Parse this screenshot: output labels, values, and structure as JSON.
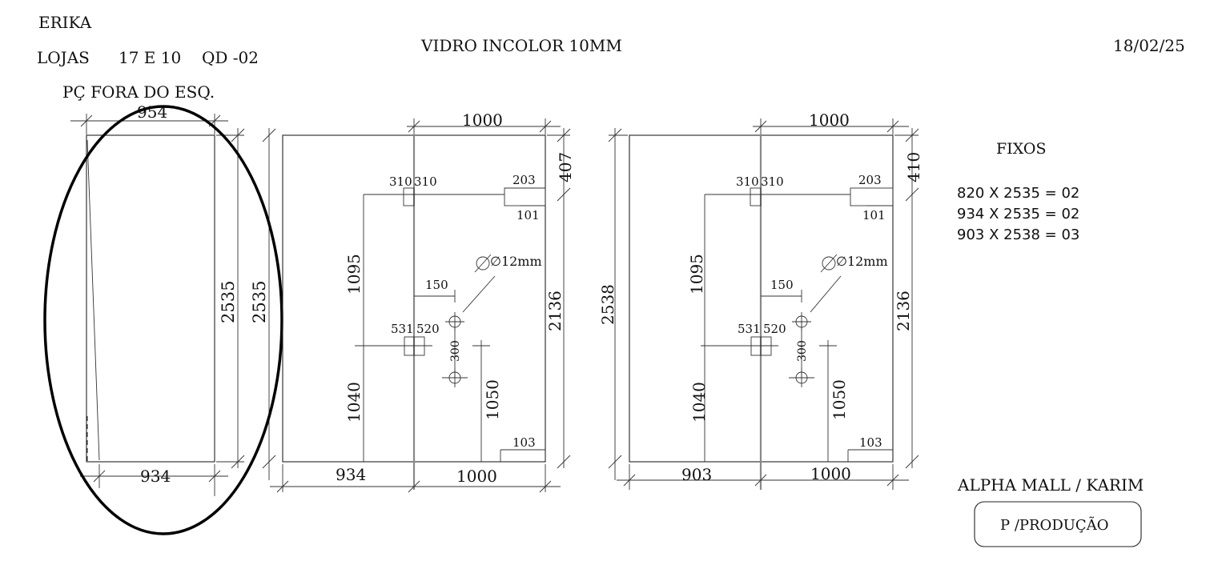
{
  "header": {
    "client": "ERIKA",
    "stores": "LOJAS",
    "store_numbers": "17 E 10",
    "frame": "QD -02",
    "note": "PÇ FORA DO ESQ.",
    "material": "VIDRO INCOLOR 10MM",
    "date": "18/02/25"
  },
  "fixed_panels": {
    "title": "FIXOS",
    "items": [
      "820 X 2535 = 02",
      "934 X 2535 = 02",
      "903 X 2538 = 03"
    ]
  },
  "footer": {
    "project": "ALPHA MALL / KARIM",
    "status_button": "P /PRODUÇÃO"
  },
  "drawing1": {
    "top_width": "954",
    "bottom_width": "934",
    "height_inner": "2535",
    "height_outer": "2535"
  },
  "drawing2": {
    "door_width_top": "1000",
    "top_right": "407",
    "hinge_left": "310",
    "hinge_right": "310",
    "lock_top": "203",
    "lock_bottom": "101",
    "upper_height": "1095",
    "hole_dia": "∅12mm",
    "hole_offset": "150",
    "mid_left": "531",
    "mid_right": "520",
    "hole_spacing": "300",
    "lower_height": "1040",
    "handle_height": "1050",
    "right_height": "2136",
    "bottom_corner": "103",
    "fixed_width": "934",
    "door_width_bottom": "1000"
  },
  "drawing3": {
    "door_width_top": "1000",
    "top_right": "410",
    "hinge_left": "310",
    "hinge_right": "310",
    "lock_top": "203",
    "lock_bottom": "101",
    "upper_height": "1095",
    "hole_dia": "∅12mm",
    "hole_offset": "150",
    "mid_left": "531",
    "mid_right": "520",
    "hole_spacing": "300",
    "lower_height": "1040",
    "handle_height": "1050",
    "right_height": "2136",
    "left_height": "2538",
    "bottom_corner": "103",
    "fixed_width": "903",
    "door_width_bottom": "1000"
  }
}
